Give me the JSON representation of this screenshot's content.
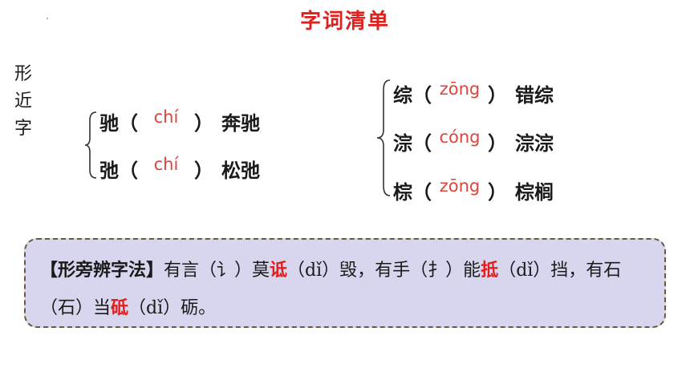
{
  "title": "字词清单",
  "side_label": [
    "形",
    "近",
    "字"
  ],
  "group_left": [
    {
      "char": "驰",
      "pinyin": "chí",
      "word": "奔驰"
    },
    {
      "char": "弛",
      "pinyin": "chí",
      "word": "松弛"
    }
  ],
  "group_right": [
    {
      "char": "综",
      "pinyin": "zōng",
      "word": "错综"
    },
    {
      "char": "淙",
      "pinyin": "cóng",
      "word": "淙淙"
    },
    {
      "char": "棕",
      "pinyin": "zōng",
      "word": "棕榈"
    }
  ],
  "paren_open": "（",
  "paren_close": "）",
  "tip": {
    "heading": "【形旁辨字法】",
    "p1": "有言（讠）莫",
    "c1": "诋",
    "p2": "（dǐ）毁，有手（扌）能",
    "c2": "抵",
    "p3": "（dǐ）挡，有石（石）当",
    "c3": "砥",
    "p4": "（dǐ）砺。"
  },
  "colors": {
    "title": "#e0201c",
    "pinyin": "#e0433a",
    "tip_bg": "#d8d6ef",
    "tip_border": "#6b5a3e"
  }
}
